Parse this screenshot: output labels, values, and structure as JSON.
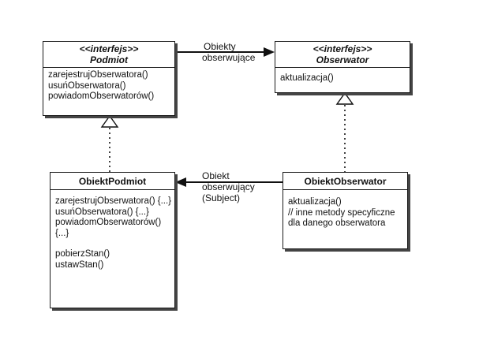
{
  "subject_interface": {
    "stereotype": "<<interfejs>>",
    "name": "Podmiot",
    "methods": [
      "zarejestrujObserwatora()",
      "usuńObserwatora()",
      "powiadomObserwatorów()"
    ]
  },
  "observer_interface": {
    "stereotype": "<<interfejs>>",
    "name": "Obserwator",
    "methods": [
      "aktualizacja()"
    ]
  },
  "concrete_subject": {
    "name": "ObiektPodmiot",
    "methods": [
      "zarejestrujObserwatora() {...}",
      "usuńObserwatora() {...}",
      "powiadomObserwatorów()",
      "{...}"
    ],
    "state_methods": [
      "pobierzStan()",
      "ustawStan()"
    ]
  },
  "concrete_observer": {
    "name": "ObiektObserwator",
    "methods": [
      "aktualizacja()",
      "// inne metody specyficzne",
      "dla danego obserwatora"
    ]
  },
  "associations": {
    "top_label": [
      "Obiekty",
      "obserwujące"
    ],
    "bottom_label": [
      "Obiekt",
      "obserwujący",
      "(Subject)"
    ]
  }
}
